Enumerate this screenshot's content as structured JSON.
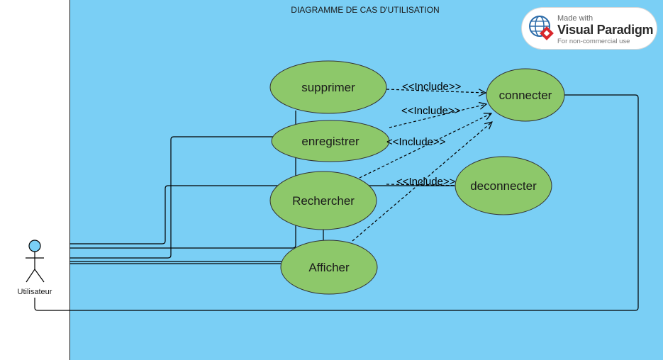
{
  "diagram": {
    "title": "DIAGRAMME DE CAS D'UTILISATION",
    "actor": {
      "label": "Utilisateur"
    },
    "use_cases": {
      "supprimer": "supprimer",
      "enregistrer": "enregistrer",
      "rechercher": "Rechercher",
      "afficher": "Afficher",
      "connecter": "connecter",
      "deconnecter": "deconnecter"
    },
    "relations": {
      "include_1": "<<Include>>",
      "include_2": "<<Include>>",
      "include_3": "<<Include>>",
      "include_4": "<<Include>>"
    },
    "colors": {
      "boundary_fill": "#7acff5",
      "usecase_fill": "#8dc86a",
      "actor_head": "#7acff5",
      "line": "#000000"
    }
  },
  "watermark": {
    "made_with": "Made with",
    "brand": "Visual Paradigm",
    "note": "For non-commercial use"
  }
}
